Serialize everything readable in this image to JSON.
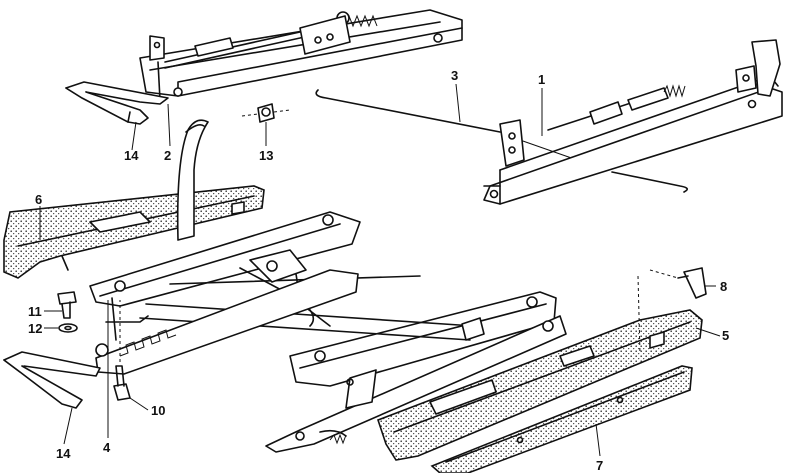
{
  "diagram": {
    "callouts": [
      "1",
      "2",
      "3",
      "4",
      "5",
      "6",
      "7",
      "8",
      "10",
      "11",
      "12",
      "13",
      "14",
      "14"
    ]
  },
  "colors": {
    "ink": "#111111",
    "paper": "#ffffff"
  }
}
